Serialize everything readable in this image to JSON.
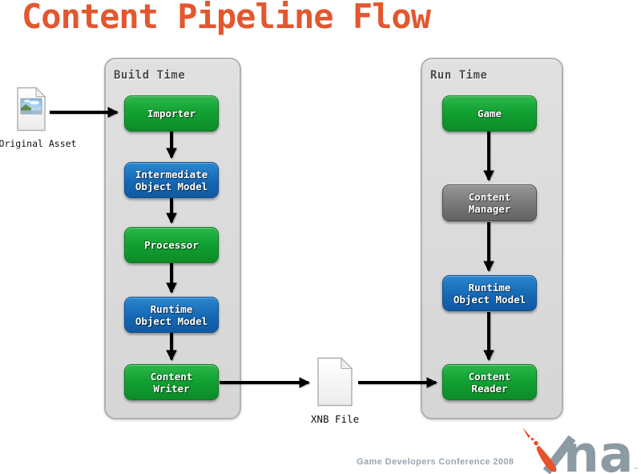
{
  "slide_title": {
    "text": "Content Pipeline Flow"
  },
  "build_panel": {
    "label": "Build Time",
    "nodes": [
      {
        "label": "Importer",
        "color_type": "green"
      },
      {
        "label": "Intermediate\nObject Model",
        "color_type": "blue"
      },
      {
        "label": "Processor",
        "color_type": "green"
      },
      {
        "label": "Runtime\nObject Model",
        "color_type": "blue"
      },
      {
        "label": "Content\nWriter",
        "color_type": "green"
      }
    ]
  },
  "run_panel": {
    "label": "Run Time",
    "nodes": [
      {
        "label": "Game",
        "color_type": "green"
      },
      {
        "label": "Content\nManager",
        "color_type": "gray"
      },
      {
        "label": "Runtime\nObject Model",
        "color_type": "blue"
      },
      {
        "label": "Content\nReader",
        "color_type": "green"
      }
    ]
  },
  "artifacts": {
    "original_asset": {
      "label": "Original Asset",
      "icon": "image-file-icon"
    },
    "xnb_file": {
      "label": "XNB File",
      "icon": "blank-file-icon"
    }
  },
  "flow": [
    "Original Asset -> Importer",
    "Importer -> Intermediate Object Model",
    "Intermediate Object Model -> Processor",
    "Processor -> Runtime Object Model",
    "Runtime Object Model -> Content Writer",
    "Content Writer -> XNB File",
    "XNB File -> Content Reader",
    "Game -> Content Manager",
    "Content Manager -> Runtime Object Model",
    "Runtime Object Model -> Content Reader"
  ],
  "footer": {
    "conference": "Game Developers Conference 2008",
    "logo": {
      "text": "na",
      "tm": "™",
      "icon": "xna-logo-x-swoosh"
    }
  },
  "colors": {
    "title": "#E3572F",
    "panel_bg": "#DBDBDB",
    "panel_border": "#B0B0B0",
    "panel_label": "#4D4D4D",
    "node_green_top": "#2DB74B",
    "node_green_bottom": "#0D8B28",
    "node_blue_top": "#2A87D0",
    "node_blue_bottom": "#1159A2",
    "node_gray_top": "#969696",
    "node_gray_bottom": "#626262",
    "node_text": "#FFFFFF",
    "arrow": "#000000",
    "footer_text": "#9AA5AD",
    "logo_gray": "#8C9AA3",
    "logo_orange": "#E8512B"
  }
}
